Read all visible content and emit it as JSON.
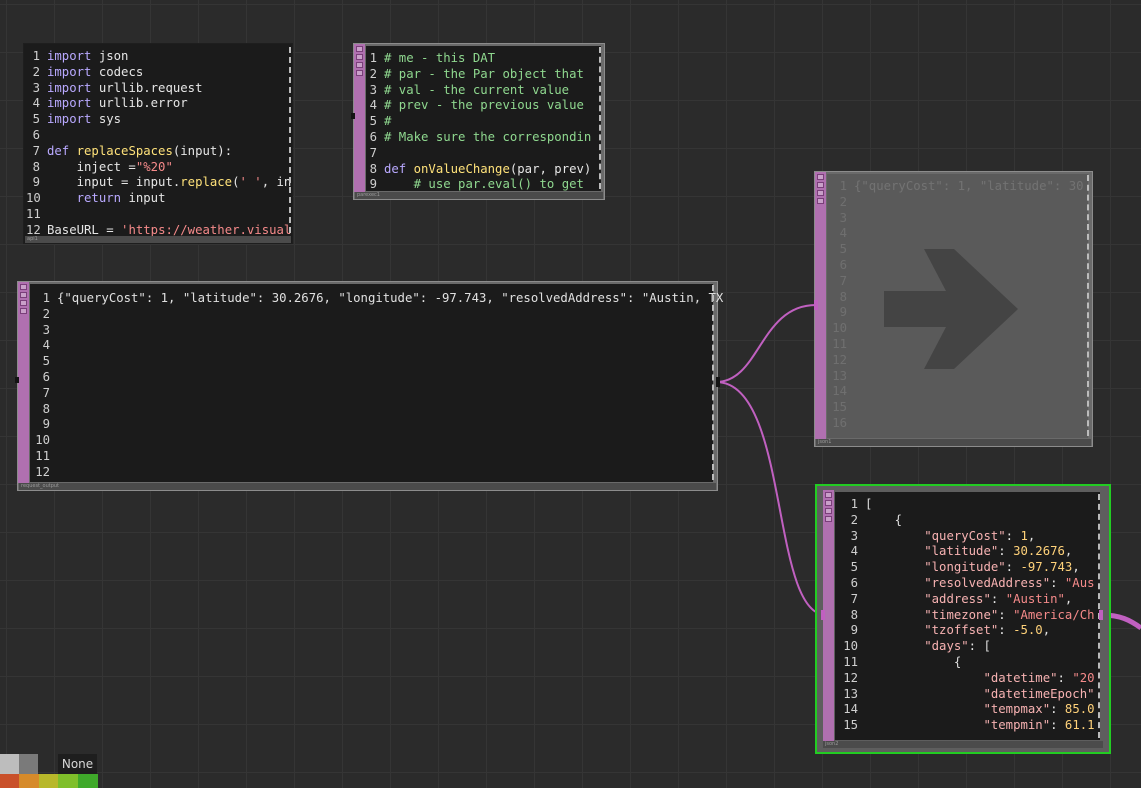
{
  "nodes": {
    "script1": {
      "footer": "api1",
      "lines": [
        {
          "n": "1",
          "html": "<span class='kw'>import</span> json"
        },
        {
          "n": "2",
          "html": "<span class='kw'>import</span> codecs"
        },
        {
          "n": "3",
          "html": "<span class='kw'>import</span> urllib.request"
        },
        {
          "n": "4",
          "html": "<span class='kw'>import</span> urllib.error"
        },
        {
          "n": "5",
          "html": "<span class='kw'>import</span> sys"
        },
        {
          "n": "6",
          "html": ""
        },
        {
          "n": "7",
          "html": "<span class='kw'>def</span> <span class='fn'>replaceSpaces</span>(input):"
        },
        {
          "n": "8",
          "html": "    inject =<span class='str'>\"%20\"</span>"
        },
        {
          "n": "9",
          "html": "    input = input.<span class='fn'>replace</span>(<span class='str'>' '</span>, in"
        },
        {
          "n": "10",
          "html": "    <span class='kw'>return</span> input"
        },
        {
          "n": "11",
          "html": ""
        },
        {
          "n": "12",
          "html": "BaseURL = <span class='str'>'https://weather.visual</span>"
        }
      ]
    },
    "parexec": {
      "footer": "parexec1",
      "lines": [
        {
          "n": "1",
          "html": "<span class='cm'># me - this DAT</span>"
        },
        {
          "n": "2",
          "html": "<span class='cm'># par - the Par object that</span>"
        },
        {
          "n": "3",
          "html": "<span class='cm'># val - the current value</span>"
        },
        {
          "n": "4",
          "html": "<span class='cm'># prev - the previous value</span>"
        },
        {
          "n": "5",
          "html": "<span class='cm'>#</span>"
        },
        {
          "n": "6",
          "html": "<span class='cm'># Make sure the correspondin</span>"
        },
        {
          "n": "7",
          "html": ""
        },
        {
          "n": "8",
          "html": "<span class='kw'>def</span> <span class='fn'>onValueChange</span>(par, prev)"
        },
        {
          "n": "9",
          "html": "    <span class='cm'># use par.eval() to get</span>"
        }
      ]
    },
    "output": {
      "footer": "request_output",
      "lines": [
        {
          "n": "1",
          "html": "{\"queryCost\": 1, \"latitude\": 30.2676, \"longitude\": -97.743, \"resolvedAddress\": \"Austin, TX"
        },
        {
          "n": "2",
          "html": ""
        },
        {
          "n": "3",
          "html": ""
        },
        {
          "n": "4",
          "html": ""
        },
        {
          "n": "5",
          "html": ""
        },
        {
          "n": "6",
          "html": ""
        },
        {
          "n": "7",
          "html": ""
        },
        {
          "n": "8",
          "html": ""
        },
        {
          "n": "9",
          "html": ""
        },
        {
          "n": "10",
          "html": ""
        },
        {
          "n": "11",
          "html": ""
        },
        {
          "n": "12",
          "html": ""
        }
      ]
    },
    "json1": {
      "footer": "json1",
      "lines": [
        {
          "n": "1",
          "html": "{\"queryCost\": 1, \"latitude\": 30"
        },
        {
          "n": "2",
          "html": ""
        },
        {
          "n": "3",
          "html": ""
        },
        {
          "n": "4",
          "html": ""
        },
        {
          "n": "5",
          "html": ""
        },
        {
          "n": "6",
          "html": ""
        },
        {
          "n": "7",
          "html": ""
        },
        {
          "n": "8",
          "html": ""
        },
        {
          "n": "9",
          "html": ""
        },
        {
          "n": "10",
          "html": ""
        },
        {
          "n": "11",
          "html": ""
        },
        {
          "n": "12",
          "html": ""
        },
        {
          "n": "13",
          "html": ""
        },
        {
          "n": "14",
          "html": ""
        },
        {
          "n": "15",
          "html": ""
        },
        {
          "n": "16",
          "html": ""
        }
      ]
    },
    "json2": {
      "footer": "json2",
      "lines": [
        {
          "n": "1",
          "html": "<span class='punc'>[</span>"
        },
        {
          "n": "2",
          "html": "    <span class='punc'>{</span>"
        },
        {
          "n": "3",
          "html": "        <span class='key'>\"queryCost\"</span>: <span class='num'>1</span>,"
        },
        {
          "n": "4",
          "html": "        <span class='key'>\"latitude\"</span>: <span class='num'>30.2676</span>,"
        },
        {
          "n": "5",
          "html": "        <span class='key'>\"longitude\"</span>: <span class='num'>-97.743</span>,"
        },
        {
          "n": "6",
          "html": "        <span class='key'>\"resolvedAddress\"</span>: <span class='str'>\"Aus</span>"
        },
        {
          "n": "7",
          "html": "        <span class='key'>\"address\"</span>: <span class='str'>\"Austin\"</span>,"
        },
        {
          "n": "8",
          "html": "        <span class='key'>\"timezone\"</span>: <span class='str'>\"America/Ch</span>"
        },
        {
          "n": "9",
          "html": "        <span class='key'>\"tzoffset\"</span>: <span class='num'>-5.0</span>,"
        },
        {
          "n": "10",
          "html": "        <span class='key'>\"days\"</span>: <span class='punc'>[</span>"
        },
        {
          "n": "11",
          "html": "            <span class='punc'>{</span>"
        },
        {
          "n": "12",
          "html": "                <span class='key'>\"datetime\"</span>: <span class='str'>\"20</span>"
        },
        {
          "n": "13",
          "html": "                <span class='key'>\"datetimeEpoch\"</span>"
        },
        {
          "n": "14",
          "html": "                <span class='key'>\"tempmax\"</span>: <span class='num'>85.0</span>"
        },
        {
          "n": "15",
          "html": "                <span class='key'>\"tempmin\"</span>: <span class='num'>61.1</span>"
        }
      ]
    }
  },
  "palette": {
    "label": "None",
    "top_colors": [
      "#bdbdbd",
      "#7a7a7a"
    ],
    "bottom_colors": [
      "#c9502a",
      "#d68a2a",
      "#b8b82a",
      "#7fbf2a",
      "#3fa92a"
    ]
  },
  "colors": {
    "wire": "#c060c0",
    "selected_border": "#22cc22",
    "flagbar": "#b070b0"
  }
}
